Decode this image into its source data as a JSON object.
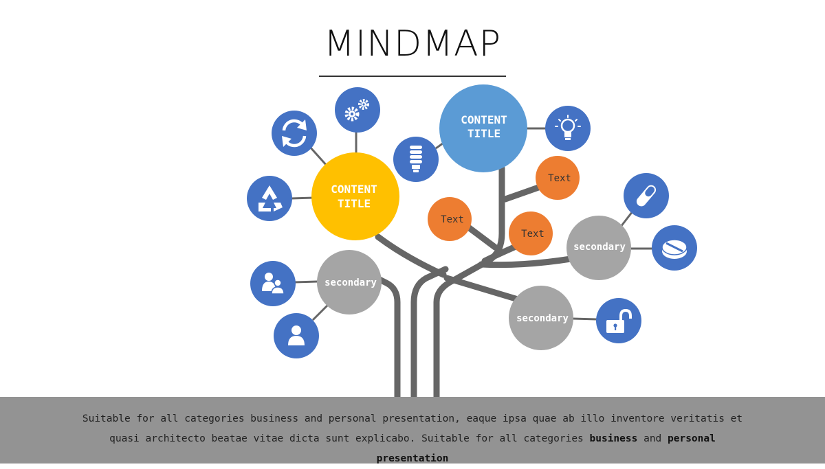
{
  "title": "MINDMAP",
  "colors": {
    "blue_icon": "#4472c4",
    "blue_main": "#5b9bd5",
    "yellow": "#ffc000",
    "orange": "#ed7d31",
    "gray": "#a5a5a5",
    "branch": "#666666",
    "footer_bg": "#939393"
  },
  "nodes": {
    "main_yellow": {
      "line1": "CONTENT",
      "line2": "TITLE"
    },
    "main_blue": {
      "line1": "CONTENT",
      "line2": "TITLE"
    },
    "text_1": "Text",
    "text_2": "Text",
    "text_3": "Text",
    "secondary_left": "secondary",
    "secondary_right": "secondary",
    "secondary_bottom": "secondary"
  },
  "icons": [
    "refresh-icon",
    "gears-icon",
    "recycle-icon",
    "cfl-bulb-icon",
    "lightbulb-icon",
    "pill-capsule-icon",
    "pill-tablet-icon",
    "users-icon",
    "user-icon",
    "unlock-icon"
  ],
  "footer": {
    "text_before": "Suitable for all categories business and personal presentation, eaque ipsa quae ab illo inventore veritatis et quasi architecto beatae vitae dicta sunt explicabo. Suitable for all categories ",
    "bold_1": "business",
    "text_between": " and ",
    "bold_2": "personal presentation"
  }
}
